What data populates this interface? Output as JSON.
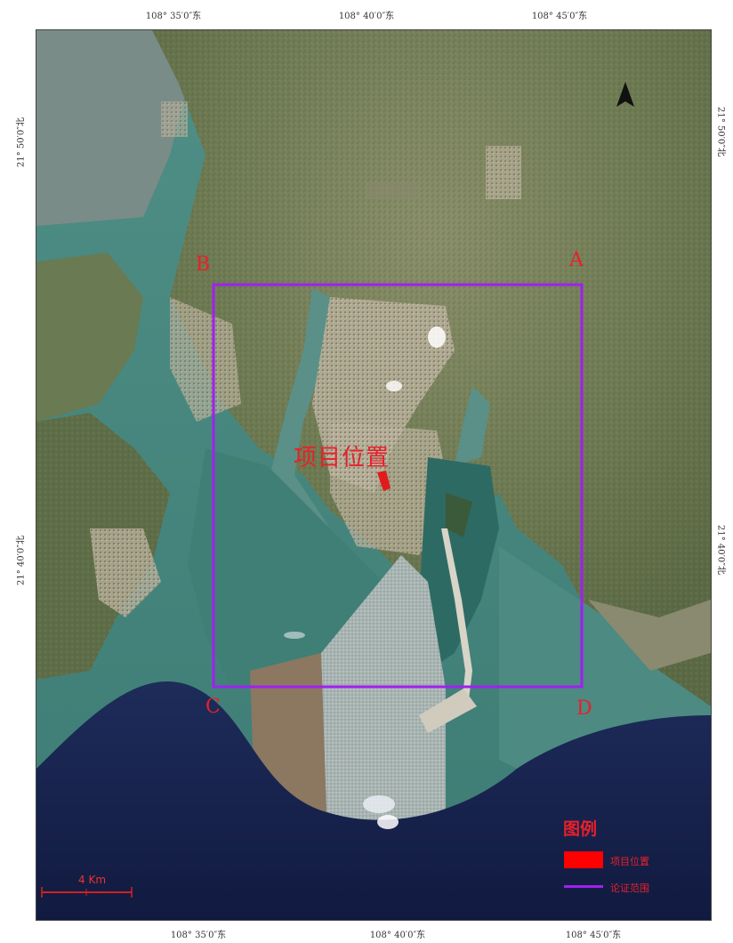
{
  "coords": {
    "top": [
      "108° 35′0″东",
      "108° 40′0″东",
      "108° 45′0″东"
    ],
    "bottom": [
      "108° 35′0″东",
      "108° 40′0″东",
      "108° 45′0″东"
    ],
    "left": [
      "21° 50′0″北",
      "21° 40′0″北"
    ],
    "right": [
      "21° 50′0″北",
      "21° 40′0″北"
    ]
  },
  "corners": {
    "a": "A",
    "b": "B",
    "c": "C",
    "d": "D"
  },
  "project_label": "项目位置",
  "legend": {
    "title": "图例",
    "items": [
      {
        "label": "项目位置",
        "color": "#ff0000"
      },
      {
        "label": "论证范围",
        "color": "#a020f0"
      }
    ]
  },
  "scale_bar": {
    "label": "4 Km",
    "color": "#d42020"
  },
  "colors": {
    "boundary": "#a020f0",
    "accent": "#e8202a"
  },
  "icons": {
    "north": "north-arrow-icon"
  }
}
